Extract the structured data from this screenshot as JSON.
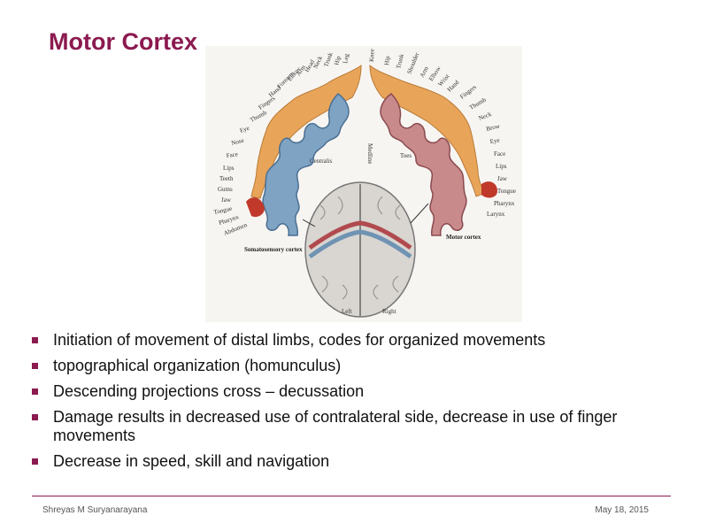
{
  "slide": {
    "title": "Motor Cortex",
    "accent_color": "#8b1a4f"
  },
  "figure": {
    "sensory_labels": [
      "Leg",
      "Hip",
      "Trunk",
      "Neck",
      "Head",
      "Arm",
      "Elbow",
      "Forearm",
      "Hand",
      "Fingers",
      "Thumb",
      "Eye",
      "Nose",
      "Face",
      "Lips",
      "Teeth",
      "Gums",
      "Jaw",
      "Tongue",
      "Pharynx",
      "Abdomen"
    ],
    "motor_labels": [
      "Knee",
      "Hip",
      "Trunk",
      "Shoulder",
      "Arm",
      "Elbow",
      "Wrist",
      "Hand",
      "Fingers",
      "Thumb",
      "Neck",
      "Brow",
      "Eye",
      "Face",
      "Lips",
      "Jaw",
      "Tongue",
      "Pharynx",
      "Larynx"
    ],
    "centralis_label": "Centralis",
    "medline_label": "Medline",
    "toes_label": "Toes",
    "somatosensory_label": "Somatosensory cortex",
    "motor_cortex_label": "Motor cortex",
    "left_label": "Left",
    "right_label": "Right"
  },
  "bullets": [
    "Initiation of movement of distal limbs, codes for organized movements",
    "topographical organization (homunculus)",
    "Descending projections cross – decussation",
    "Damage results in decreased use of contralateral side, decrease in use of finger movements",
    "Decrease in speed, skill and navigation"
  ],
  "footer": {
    "author": "Shreyas M Suryanarayana",
    "date": "May 18, 2015"
  }
}
